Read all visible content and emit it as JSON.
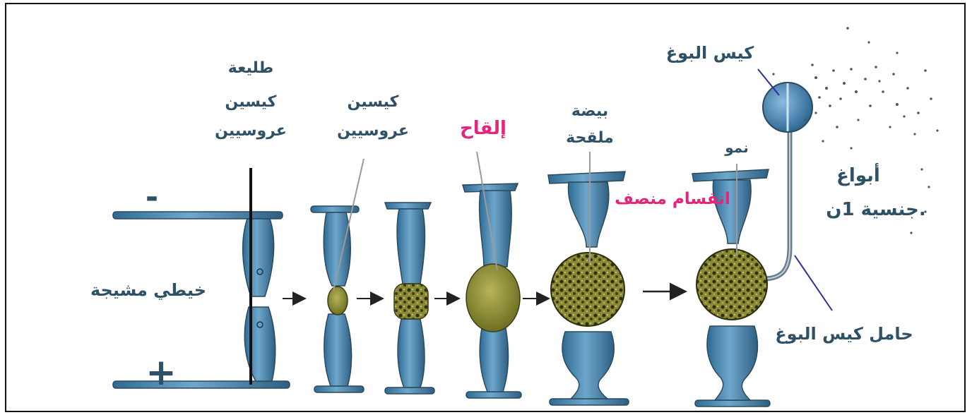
{
  "signs": {
    "minus": "-",
    "plus": "+"
  },
  "labels": {
    "filament": "خيطي مشيجة",
    "progamet_line1": "طليعة",
    "progamet_line2": "كيسين",
    "progamet_line3": "عروسيين",
    "gamet_line1": "كيسين",
    "gamet_line2": "عروسيين",
    "fertilization": "إلقاح",
    "zygote_line1": "بيضة",
    "zygote_line2": "ملقحة",
    "growth": "نمو",
    "meiosis": "انقسام منصف",
    "sporangium": "كيس البوغ",
    "spores_line1": "أبواغ",
    "spores_line2": "جنسية 1ن.",
    "sporangiophore": "حامل كيس البوغ"
  },
  "colors": {
    "cell_blue": "#4a86b0",
    "cell_outline": "#2a4a5e",
    "zygospore": "#7d7f2c",
    "label_dark": "#2f5168",
    "label_pink": "#e3267b"
  }
}
